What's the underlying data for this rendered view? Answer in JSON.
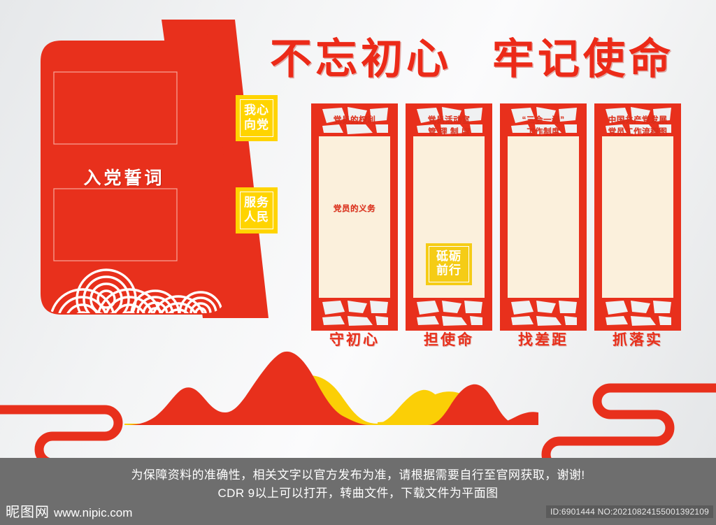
{
  "theme": {
    "red": "#e8301c",
    "title_red": "#ec2a18",
    "yellow": "#ffd400",
    "badge_yellow": "#f5cc16",
    "paper": "#fbf0dc",
    "footer_bg": "#6e6e6e",
    "canvas_bg": "#f2f3f4"
  },
  "header": {
    "title_part_1": "不忘初心",
    "title_part_2": "牢记使命"
  },
  "left_board": {
    "label": "入党誓词",
    "box_1_text": "",
    "box_2_text": ""
  },
  "slogans": [
    {
      "id": "slogan-1",
      "line_1": "我心",
      "line_2": "向党"
    },
    {
      "id": "slogan-2",
      "line_1": "服务",
      "line_2": "人民"
    }
  ],
  "panels": [
    {
      "title": "党员的权利",
      "subtitle": "党员的义务",
      "badge_line_1": "",
      "badge_line_2": "",
      "caption": "守初心"
    },
    {
      "title": "党员活动室\n管 理 制 度",
      "subtitle": "",
      "badge_line_1": "砥砺",
      "badge_line_2": "前行",
      "caption": "担使命"
    },
    {
      "title": "“三会一课”\n工作制度",
      "subtitle": "",
      "badge_line_1": "",
      "badge_line_2": "",
      "caption": "找差距"
    },
    {
      "title": "中国共产党发展\n党员工作流程图",
      "subtitle": "",
      "badge_line_1": "",
      "badge_line_2": "",
      "caption": "抓落实"
    }
  ],
  "footer": {
    "note_line_1": "为保障资料的准确性，相关文字以官方发布为准，请根据需要自行至官网获取，谢谢!",
    "note_line_2": "CDR 9以上可以打开，转曲文件，下载文件为平面图",
    "brand_cn": "昵图网",
    "brand_url": "www.nipic.com",
    "id_tag": "ID:6901444 NO:20210824155001392109"
  }
}
